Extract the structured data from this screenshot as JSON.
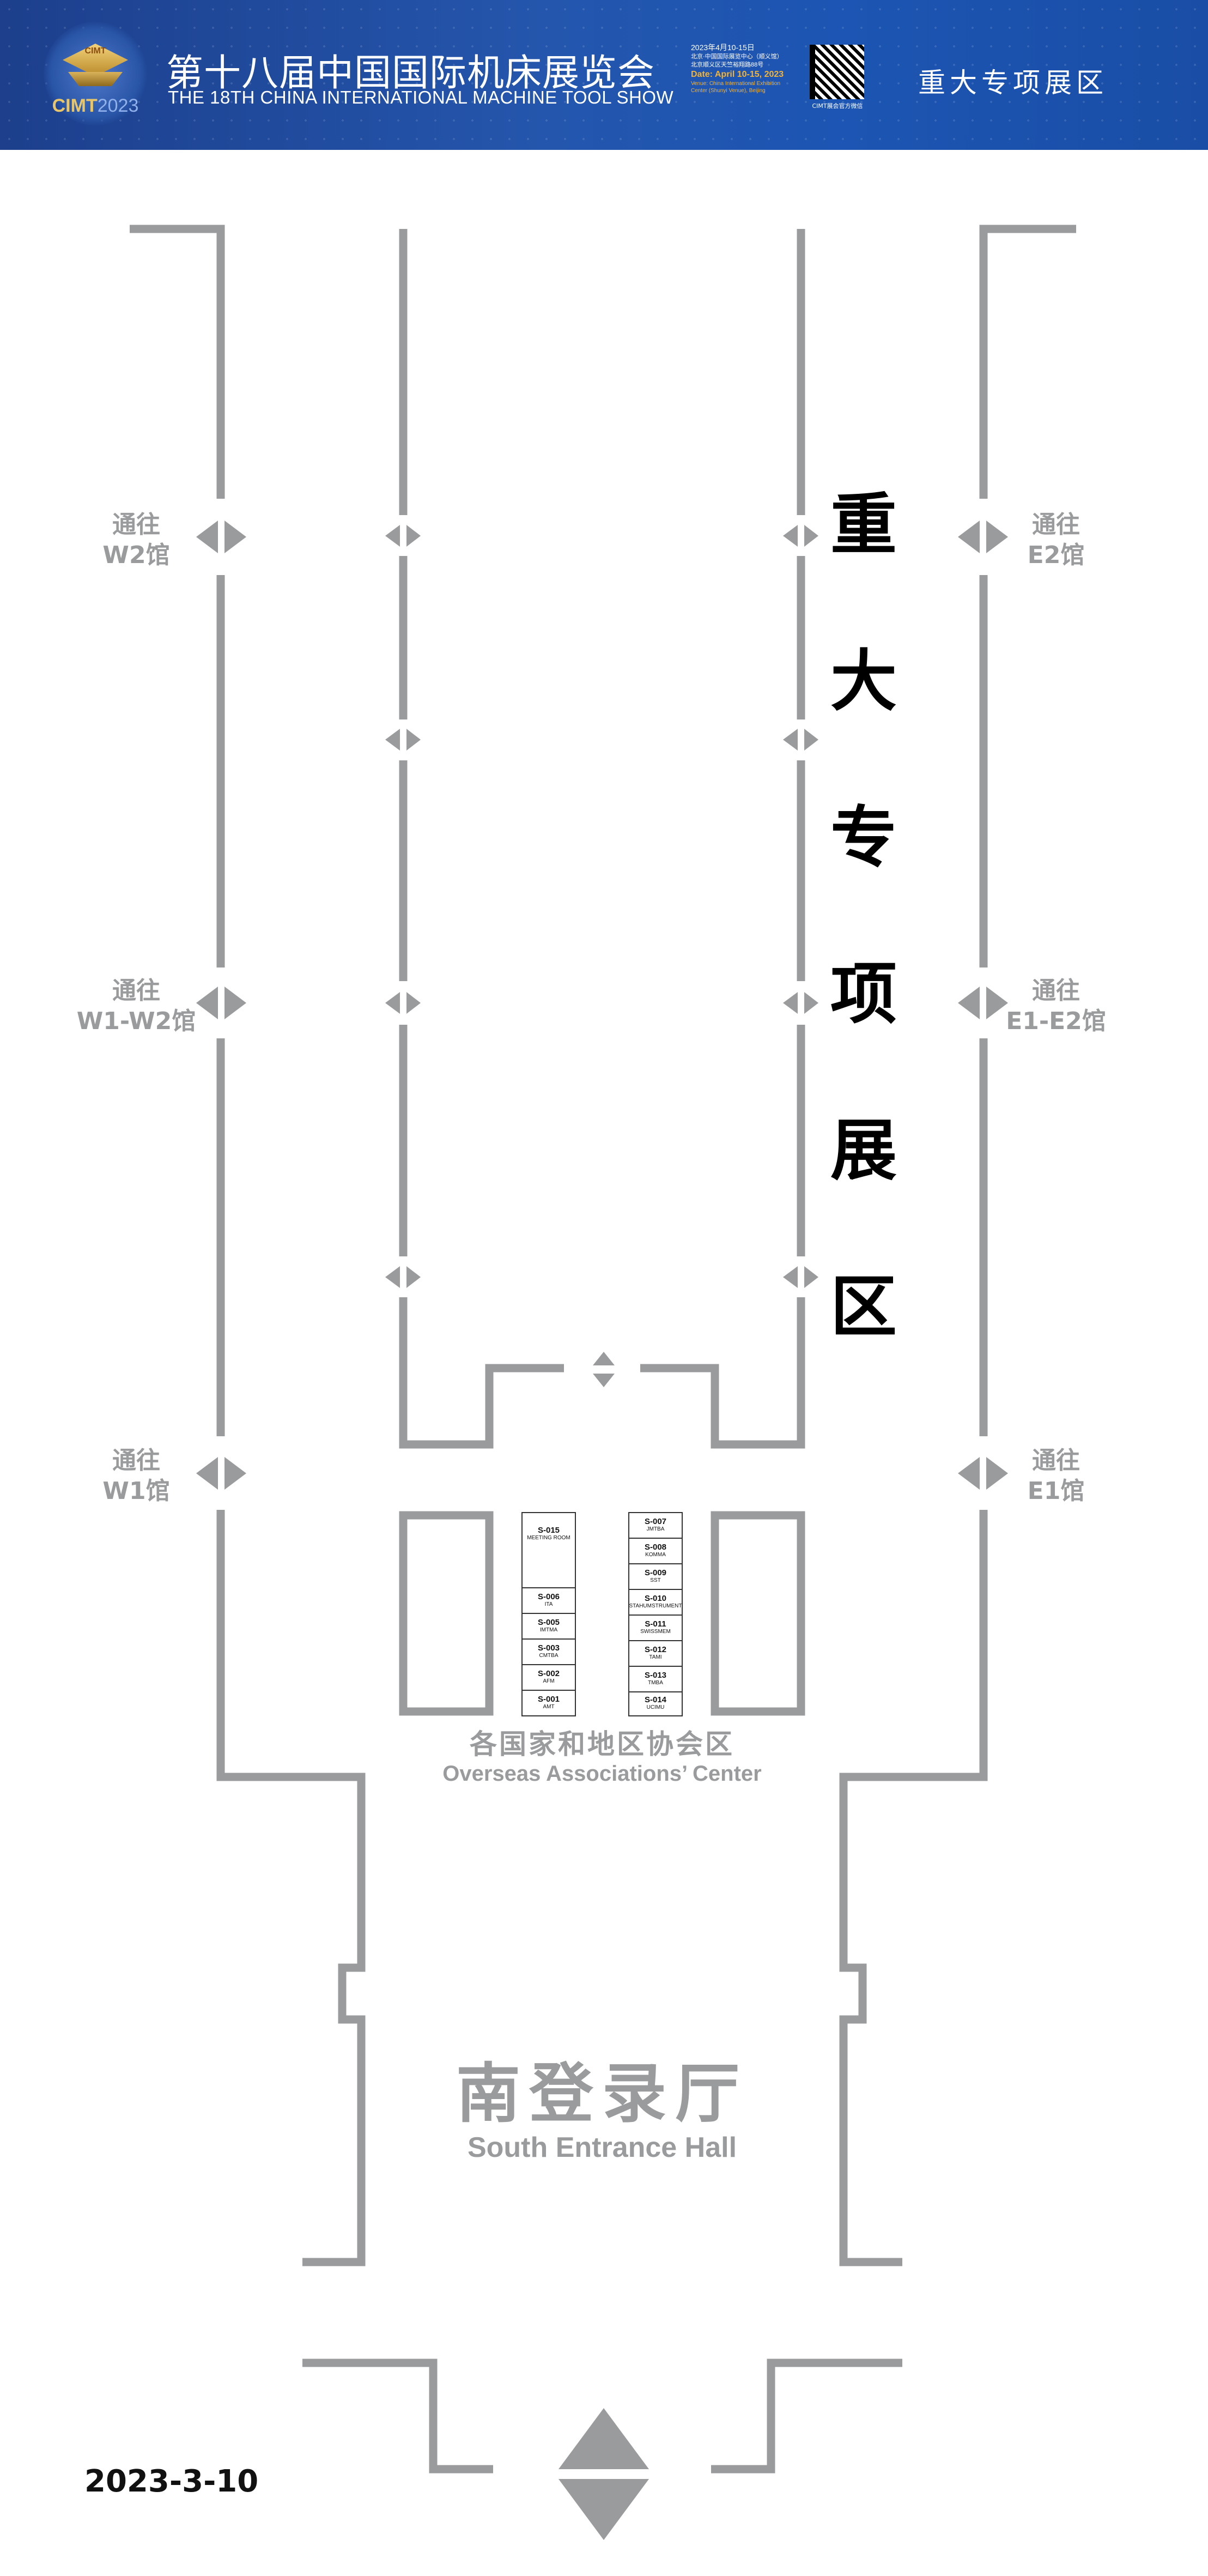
{
  "header": {
    "logo_badge": "CIMT",
    "logo_text": "CIMT",
    "logo_year": "2023",
    "title_cn": "第十八届中国国际机床展览会",
    "title_en": "THE 18TH CHINA INTERNATIONAL MACHINE TOOL SHOW",
    "info_date_cn": "2023年4月10-15日",
    "info_venue_cn": "北京·中国国际展览中心（顺义馆）",
    "info_address_cn": "北京顺义区天竺裕翔路88号",
    "info_date_en": "Date: April 10-15, 2023",
    "info_venue_en": "Venue: China International Exhibition Center (Shunyi Venue), Beijing",
    "qr_label": "CIMT展会官方微信",
    "hall_title": "重大专项展区"
  },
  "map": {
    "zone_title": "重大专项展区",
    "gates": {
      "w2": [
        "通往",
        "W2馆"
      ],
      "e2": [
        "通往",
        "E2馆"
      ],
      "w1w2": [
        "通往",
        "W1-W2馆"
      ],
      "e1e2": [
        "通往",
        "E1-E2馆"
      ],
      "w1": [
        "通往",
        "W1馆"
      ],
      "e1": [
        "通往",
        "E1馆"
      ]
    },
    "associations_cn": "各国家和地区协会区",
    "associations_en": "Overseas Associations’ Center",
    "entrance_cn": "南登录厅",
    "entrance_en": "South Entrance Hall",
    "booths_left": [
      {
        "code": "S-015",
        "name": "MEETING ROOM"
      },
      {
        "code": "S-006",
        "name": "ITA"
      },
      {
        "code": "S-005",
        "name": "IMTMA"
      },
      {
        "code": "S-003",
        "name": "CMTBA"
      },
      {
        "code": "S-002",
        "name": "AFM"
      },
      {
        "code": "S-001",
        "name": "AMT"
      }
    ],
    "booths_right": [
      {
        "code": "S-007",
        "name": "JMTBA"
      },
      {
        "code": "S-008",
        "name": "KOMMA"
      },
      {
        "code": "S-009",
        "name": "SST"
      },
      {
        "code": "S-010",
        "name": "STAHUMSTRUMENT"
      },
      {
        "code": "S-011",
        "name": "SWISSMEM"
      },
      {
        "code": "S-012",
        "name": "TAMI"
      },
      {
        "code": "S-013",
        "name": "TMBA"
      },
      {
        "code": "S-014",
        "name": "UCIMU"
      }
    ]
  },
  "footer": {
    "date": "2023-3-10"
  }
}
